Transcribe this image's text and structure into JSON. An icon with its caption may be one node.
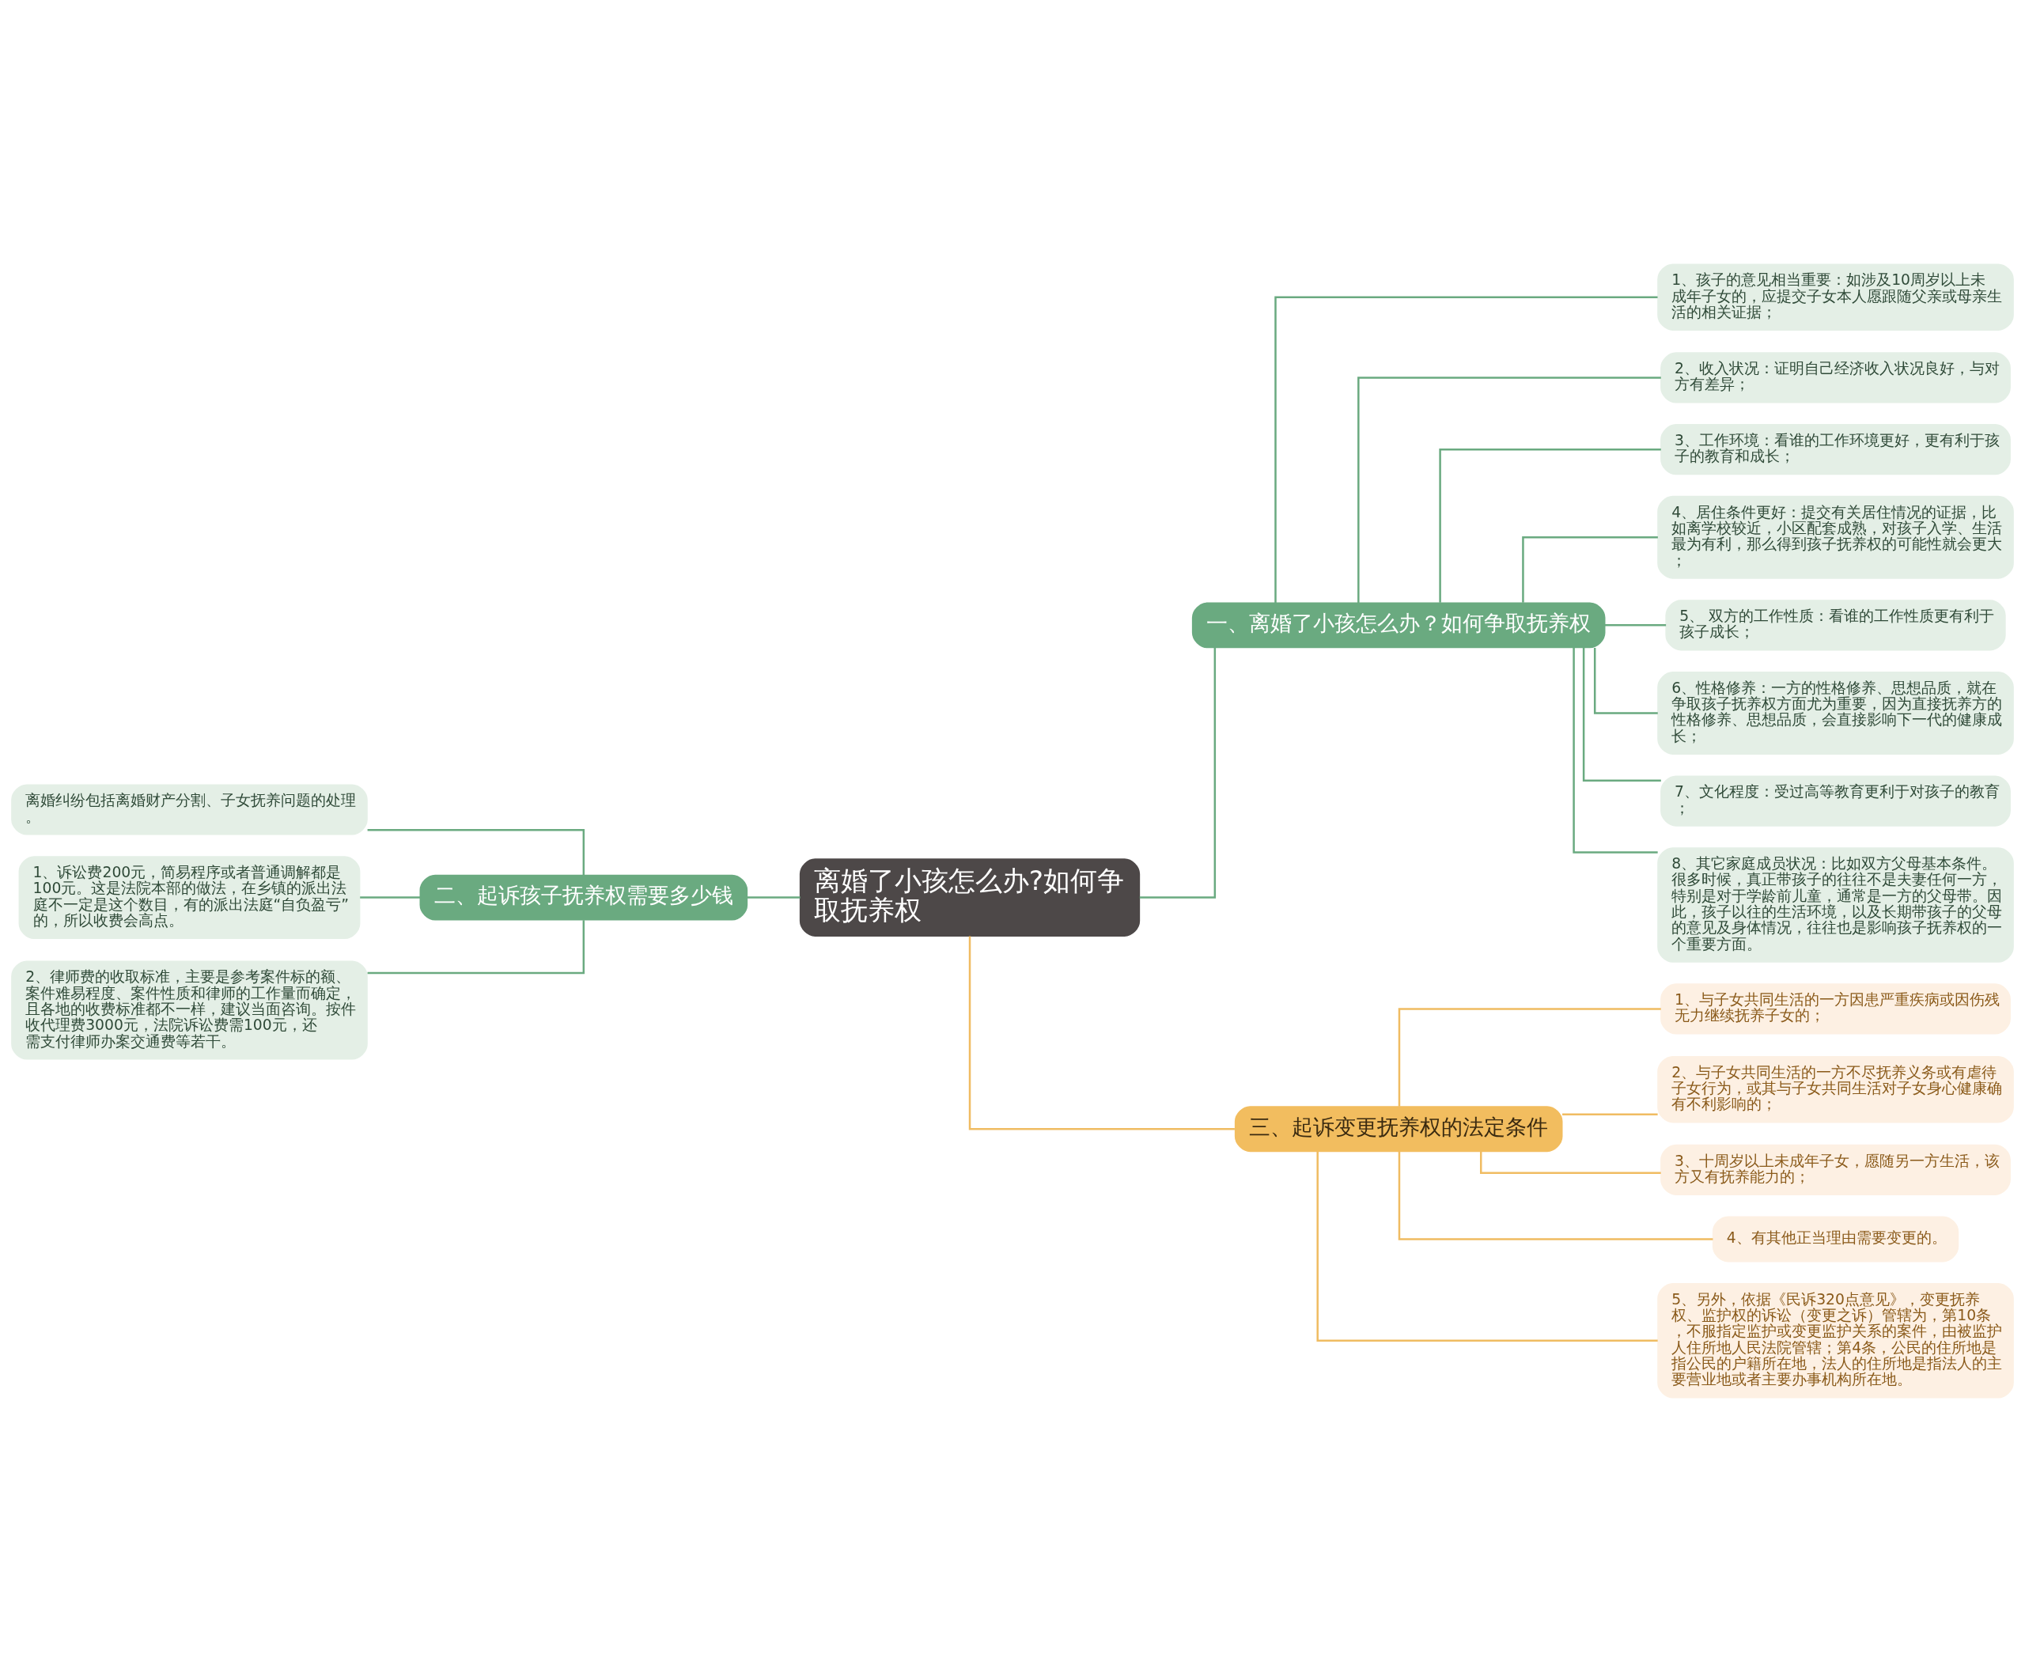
{
  "diagram": {
    "nodes": [
      {
        "text": [
          "离婚了小孩怎么办?如何争取抚养权"
        ]
      },
      {
        "text": [
          "一、离婚了小孩怎么办？如何争取抚养权"
        ]
      },
      {
        "text": [
          "1、孩子的意见相当重要：如涉及10周岁以上未成年子女的，应提交子女本人愿跟随父亲或母亲生活的相关证据；"
        ]
      },
      {
        "text": [
          "2、收入状况：证明自己经济收入状况良好，与对方有差异；"
        ]
      },
      {
        "text": [
          "3、工作环境：看谁的工作环境更好，更有利于孩子的教育和成长；"
        ]
      },
      {
        "text": [
          "4、居住条件更好：提交有关居住情况的证据，比如离学校较近，小区配套成熟，对孩子入学、生活最为有利，那么得到孩子抚养权的可能性就会更大；"
        ]
      },
      {
        "text": [
          "5、 双方的工作性质：看谁的工作性质更有利于孩子成长；"
        ]
      },
      {
        "text": [
          "6、性格修养：一方的性格修养、思想品质，就在争取孩子抚养权方面尤为重要，因为直接抚养方的性格修养、思想品质，会直接影响下一代的健康成长；"
        ]
      },
      {
        "text": [
          "7、文化程度：受过高等教育更利于对孩子的教育；"
        ]
      },
      {
        "text": [
          "8、其它家庭成员状况：比如双方父母基本条件。很多时候，真正带孩子的往往不是夫妻任何一方，特别是对于学龄前儿童，通常是一方的父母带。因此，孩子以往的生活环境，以及长期带孩子的父母的意见及身体情况，往往也是影响孩子抚养权的一个重要方面。"
        ]
      },
      {
        "text": [
          "二、起诉孩子抚养权需要多少钱"
        ]
      },
      {
        "text": [
          "离婚纠纷包括离婚财产分割、子女抚养问题的处理。"
        ]
      },
      {
        "text": [
          "1、诉讼费200元，简易程序或者普通调解都是100元。这是法院本部的做法，在乡镇的派出法庭不一定是这个数目，有的派出法庭“自负盈亏”的，所以收费会高点。"
        ]
      },
      {
        "text": [
          "2、律师费的收取标准，主要是参考案件标的额、案件难易程度、案件性质和律师的工作量而确定，且各地的收费标准都不一样，建议当面咨询。按件收代理费3000元，法院诉讼费需100元，还需支付律师办案交通费等若干。"
        ]
      },
      {
        "text": [
          "三、起诉变更抚养权的法定条件"
        ]
      },
      {
        "text": [
          "1、与子女共同生活的一方因患严重疾病或因伤残无力继续抚养子女的；"
        ]
      },
      {
        "text": [
          "2、与子女共同生活的一方不尽抚养义务或有虐待子女行为，或其与子女共同生活对子女身心健康确有不利影响的；"
        ]
      },
      {
        "text": [
          "3、十周岁以上未成年子女，愿随另一方生活，该方又有抚养能力的；"
        ]
      },
      {
        "text": [
          "4、有其他正当理由需要变更的。"
        ]
      },
      {
        "text": [
          "5、另外，依据《民诉320点意见》，变更抚养权、监护权的诉讼（变更之诉）管辖为，第10条，不服指定监护或变更监护关系的案件，由被监护人住所地人民法院管辖；第4条，公民的住所地是指公民的户籍所在地，法人的住所地是指法人的主要营业地或者主要办事机构所在地。"
        ]
      }
    ],
    "edges": [
      {
        "from": 0,
        "to": 1,
        "arrow": "none"
      },
      {
        "from": 1,
        "to": 2,
        "arrow": "none"
      },
      {
        "from": 1,
        "to": 3,
        "arrow": "none"
      },
      {
        "from": 1,
        "to": 4,
        "arrow": "none"
      },
      {
        "from": 1,
        "to": 5,
        "arrow": "none"
      },
      {
        "from": 1,
        "to": 6,
        "arrow": "none"
      },
      {
        "from": 1,
        "to": 7,
        "arrow": "none"
      },
      {
        "from": 1,
        "to": 8,
        "arrow": "none"
      },
      {
        "from": 1,
        "to": 9,
        "arrow": "none"
      },
      {
        "from": 10,
        "to": 0,
        "arrow": "none"
      },
      {
        "from": 11,
        "to": 10,
        "arrow": "none"
      },
      {
        "from": 12,
        "to": 10,
        "arrow": "none"
      },
      {
        "from": 13,
        "to": 10,
        "arrow": "none"
      },
      {
        "from": 0,
        "to": 14,
        "arrow": "none",
        "color": "#f0bc62"
      },
      {
        "from": 14,
        "to": 15,
        "arrow": "none",
        "color": "#f0bc62"
      },
      {
        "from": 14,
        "to": 16,
        "arrow": "none",
        "color": "#f0bc62"
      },
      {
        "from": 14,
        "to": 17,
        "arrow": "none",
        "color": "#f0bc62"
      },
      {
        "from": 14,
        "to": 18,
        "arrow": "none",
        "color": "#f0bc62"
      },
      {
        "from": 14,
        "to": 19,
        "arrow": "none",
        "color": "#f0bc62"
      }
    ]
  }
}
